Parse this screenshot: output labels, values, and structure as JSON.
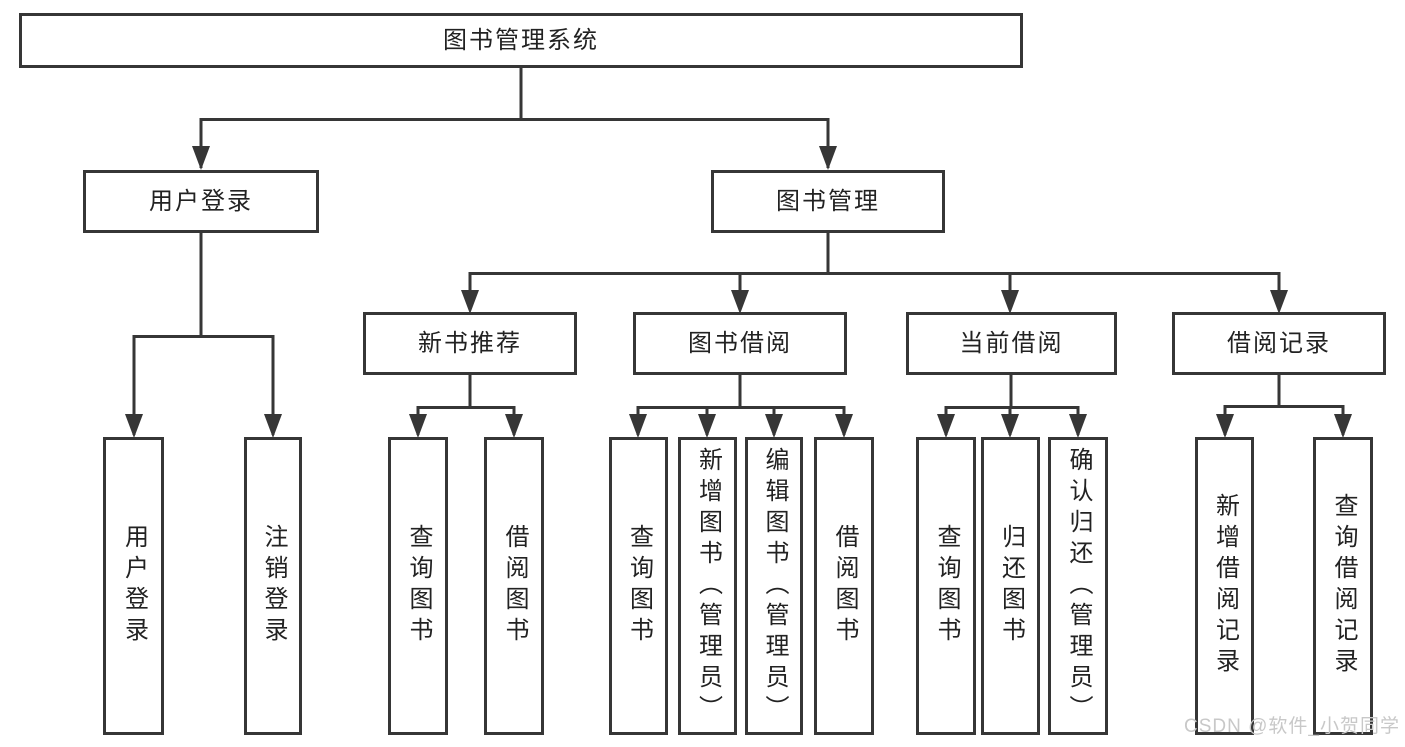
{
  "tree": {
    "label": "图书管理系统",
    "children": [
      {
        "label": "用户登录",
        "children": [
          {
            "label": "用户登录"
          },
          {
            "label": "注销登录"
          }
        ]
      },
      {
        "label": "图书管理",
        "children": [
          {
            "label": "新书推荐",
            "children": [
              {
                "label": "查询图书"
              },
              {
                "label": "借阅图书"
              }
            ]
          },
          {
            "label": "图书借阅",
            "children": [
              {
                "label": "查询图书"
              },
              {
                "label": "新增图书（管理员）"
              },
              {
                "label": "编辑图书（管理员）"
              },
              {
                "label": "借阅图书"
              }
            ]
          },
          {
            "label": "当前借阅",
            "children": [
              {
                "label": "查询图书"
              },
              {
                "label": "归还图书"
              },
              {
                "label": "确认归还（管理员）"
              }
            ]
          },
          {
            "label": "借阅记录",
            "children": [
              {
                "label": "新增借阅记录"
              },
              {
                "label": "查询借阅记录"
              }
            ]
          }
        ]
      }
    ]
  },
  "watermark": {
    "text": "CSDN @软件_小贺同学"
  },
  "colors": {
    "line": "#363636",
    "text": "#222222",
    "background": "#ffffff",
    "watermark": "#c8c8c8"
  }
}
